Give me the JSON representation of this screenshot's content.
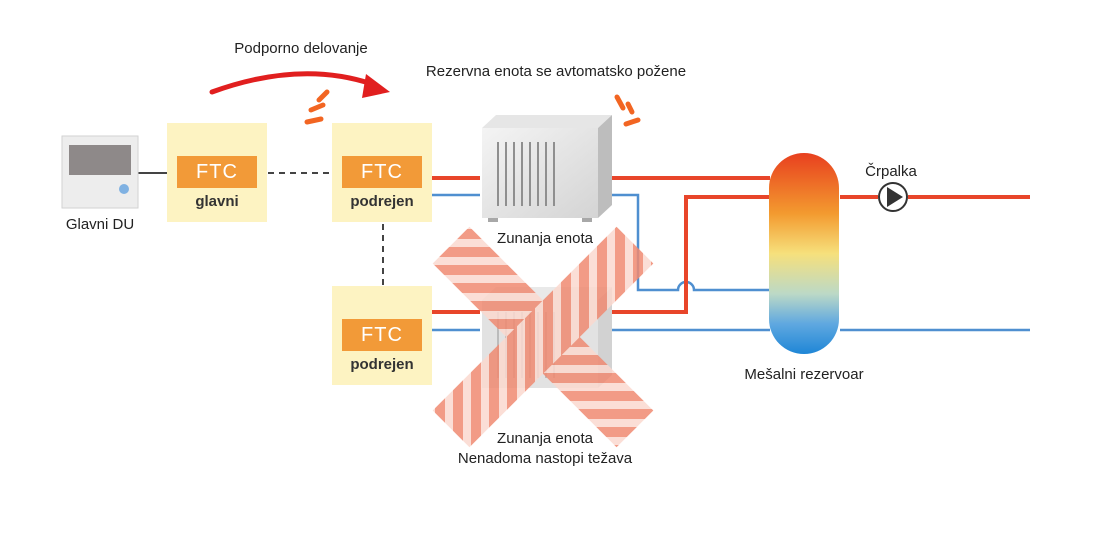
{
  "labels": {
    "main_du": "Glavni DU",
    "backup_action": "Podporno delovanje",
    "auto_start": "Rezervna enota se avtomatsko požene",
    "outdoor_unit_top": "Zunanja enota",
    "outdoor_unit_bottom": "Zunanja enota",
    "failure": "Nenadoma nastopi težava",
    "mixing_tank": "Mešalni rezervoar",
    "pump": "Črpalka"
  },
  "ftc_units": [
    {
      "tag": "FTC",
      "role": "glavni"
    },
    {
      "tag": "FTC",
      "role": "podrejen"
    },
    {
      "tag": "FTC",
      "role": "podrejen"
    }
  ],
  "colors": {
    "hot_pipe": "#e8452a",
    "cold_pipe": "#4f8fd0",
    "ftc_box": "#fdf3c2",
    "ftc_tag": "#f29a38",
    "arrow": "#e11f1f",
    "cross_stripe": "#f08a72",
    "alert": "#f26522"
  },
  "icons": {
    "controller": "remote-controller-icon",
    "outdoor_unit": "outdoor-unit-icon",
    "pump": "pump-icon",
    "tank": "mixing-tank-icon",
    "alert": "alert-burst-icon",
    "cross": "failure-cross-icon"
  }
}
